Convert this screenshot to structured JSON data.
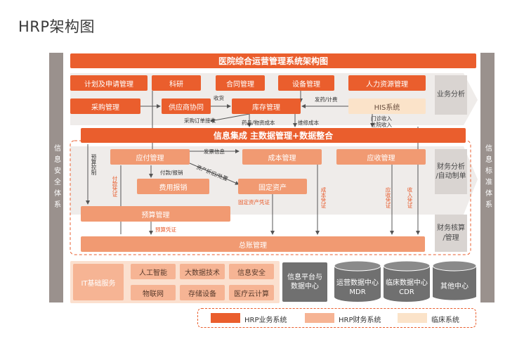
{
  "title": "HRP架构图",
  "banner": "医院综合运营管理系统架构图",
  "left_side": "信息安全体系",
  "right_side": "信息标准体系",
  "top_row": [
    "计划及申请管理",
    "科研",
    "合同管理",
    "设备管理",
    "人力资源管理"
  ],
  "second_row": {
    "purchase": "采购管理",
    "supplier": "供应商协同",
    "inventory": "库存管理",
    "his": "HIS系统"
  },
  "labels": {
    "receive": "收货",
    "settle": "发药/计费",
    "order_receipt": "采购订单接收",
    "drug_cost": "药品/物资成本",
    "repair_cost": "维修成本",
    "outpatient_income": "门诊收入",
    "inpatient_income": "住院收入",
    "budget_control": "预算控制",
    "invoice_info": "发票信息",
    "payment": "付款/报销",
    "asset_depr": "资产折旧/处置",
    "payment_voucher": "付款凭证",
    "asset_voucher": "固定资产凭证",
    "cost_voucher": "成本凭证",
    "receivable_voucher": "应收凭证",
    "income_voucher": "收入凭证",
    "budget_voucher": "预算凭证"
  },
  "integration": "信息集成 主数据管理+数据整合",
  "finance": {
    "payable": "应付管理",
    "cost": "成本管理",
    "receivable": "应收管理",
    "expense": "费用报销",
    "fixed_asset": "固定资产",
    "budget": "预算管理",
    "ledger": "总账管理"
  },
  "right_labels": {
    "business": "业务分析",
    "finance_analysis": "财务分析\n/自动制单",
    "accounting": "财务核算\n/管理"
  },
  "it": {
    "main": "IT基础服务",
    "cells": [
      "人工智能",
      "大数据技术",
      "信息安全",
      "物联网",
      "存储设备",
      "医疗云计算"
    ],
    "platform": "信息平台与\n数据中心",
    "centers": [
      {
        "line1": "运营数据中心",
        "line2": "MDR"
      },
      {
        "line1": "临床数据中心",
        "line2": "CDR"
      },
      {
        "line1": "其他中心",
        "line2": ""
      }
    ]
  },
  "legend": [
    "HRP业务系统",
    "HRP财务系统",
    "临床系统"
  ],
  "colors": {
    "business": "#ea5e2d",
    "finance": "#f19a72",
    "clinical": "#fbe3c9",
    "side": "#9a918d"
  }
}
